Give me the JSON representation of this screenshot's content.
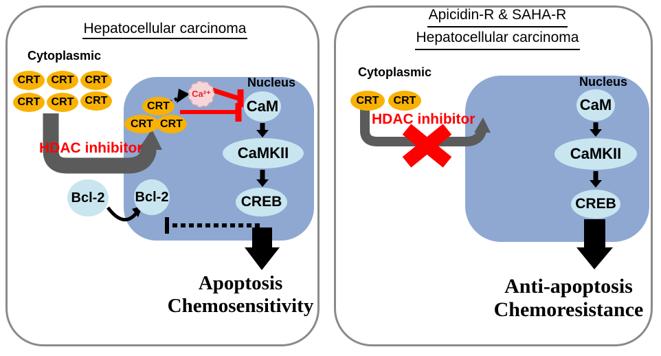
{
  "left_panel": {
    "title": "Hepatocellular carcinoma",
    "cytoplasm_label": "Cytoplasmic",
    "crt_label": "CRT",
    "crt_cytoplasmic_count": 6,
    "crt_nuclear_count": 3,
    "hdac_inhibitor_label": "HDAC inhibitor",
    "nucleus_label": "Nucleus",
    "calcium_label": "Ca²⁺",
    "cam_label": "CaM",
    "camkii_label": "CaMKII",
    "creb_label": "CREB",
    "bcl2_label": "Bcl-2",
    "outcome_line1": "Apoptosis",
    "outcome_line2": "Chemosensitivity"
  },
  "right_panel": {
    "title_line1": "Apicidin-R & SAHA-R",
    "title_line2": "Hepatocellular carcinoma",
    "cytoplasm_label": "Cytoplasmic",
    "crt_label": "CRT",
    "crt_cytoplasmic_count": 2,
    "hdac_inhibitor_label": "HDAC inhibitor",
    "nucleus_label": "Nucleus",
    "cam_label": "CaM",
    "camkii_label": "CaMKII",
    "creb_label": "CREB",
    "outcome_line1": "Anti-apoptosis",
    "outcome_line2": "Chemoresistance"
  },
  "colors": {
    "panel_border": "#8a8a8a",
    "nucleus_fill": "#8ea8d2",
    "protein_oval_fill": "#c9e5f0",
    "crt_fill": "#f8b104",
    "arrow_gray": "#5b5b5b",
    "inhibition_red": "#ff0000",
    "calcium_fill": "#f5d6d9",
    "calcium_border": "#dfa4ac",
    "text_black": "#000000"
  }
}
